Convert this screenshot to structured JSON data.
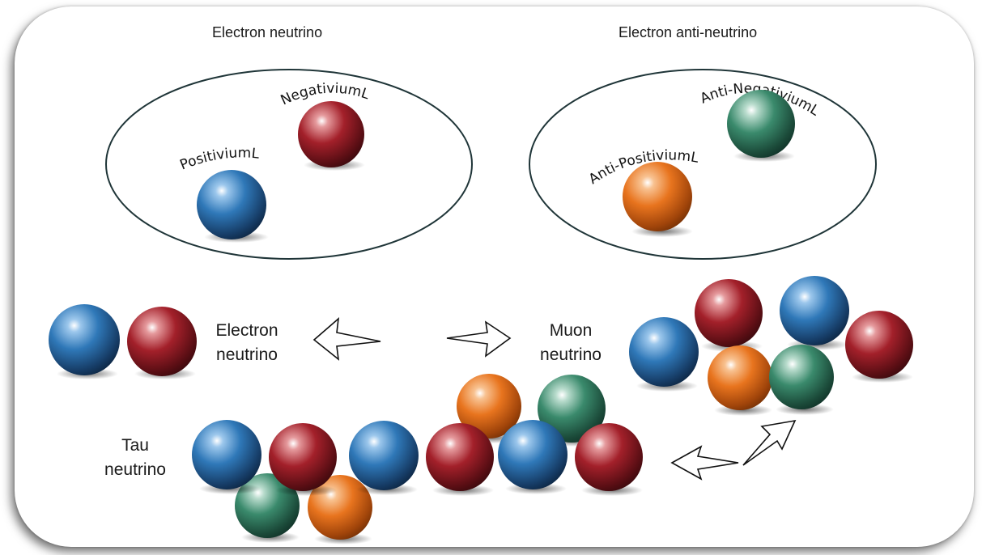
{
  "colors": {
    "blue": "#2f78b8",
    "red": "#a3202a",
    "green": "#3a8a6c",
    "orange": "#e8741e",
    "outline": "#1f3538"
  },
  "electron_neutrino_box": {
    "title": "Electron neutrino",
    "positive_label": "PositiviumL",
    "negative_label": "NegativiumL"
  },
  "electron_antineutrino_box": {
    "title": "Electron anti-neutrino",
    "positive_label": "Anti-PositiviumL",
    "negative_label": "Anti-NegativiumL"
  },
  "flavours": {
    "electron": {
      "line1": "Electron",
      "line2": "neutrino"
    },
    "muon": {
      "line1": "Muon",
      "line2": "neutrino"
    },
    "tau": {
      "line1": "Tau",
      "line2": "neutrino"
    }
  }
}
